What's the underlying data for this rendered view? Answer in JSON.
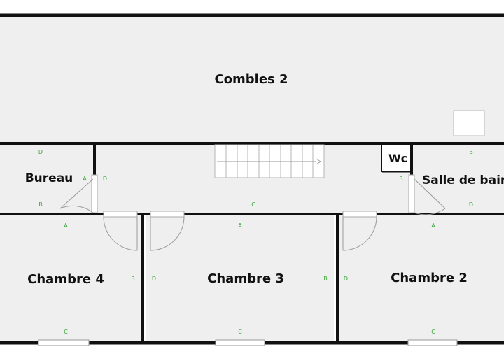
{
  "colors": {
    "wall": "#111111",
    "floor": "#efefef",
    "wall_letter": "#3aa53a",
    "window": "#ffffff"
  },
  "rooms": {
    "combles": "Combles 2",
    "bureau": "Bureau",
    "salle_de_bain": "Salle de bain",
    "chambre4": "Chambre 4",
    "chambre3": "Chambre 3",
    "chambre2": "Chambre 2",
    "wc": "Wc"
  },
  "wall_letters": {
    "a": "A",
    "b": "B",
    "c": "C",
    "d": "D"
  },
  "icons": [
    "staircase-icon",
    "door-swing-icon",
    "window-icon",
    "skylight-icon"
  ]
}
